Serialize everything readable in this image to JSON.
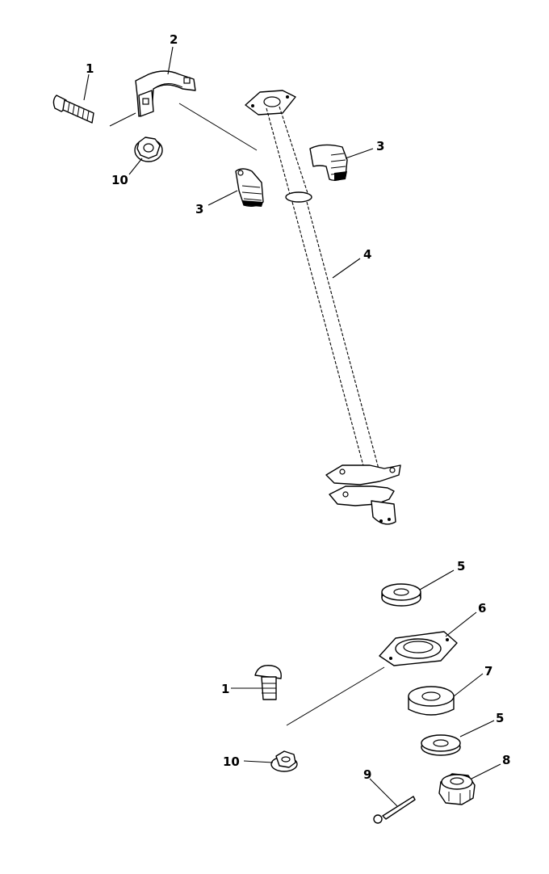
{
  "callouts": {
    "c1_top": "1",
    "c2": "2",
    "c3_right": "3",
    "c3_left": "3",
    "c10_top": "10",
    "c4": "4",
    "c5_top": "5",
    "c6": "6",
    "c1_bottom": "1",
    "c7": "7",
    "c5_bottom": "5",
    "c10_bottom": "10",
    "c8": "8",
    "c9": "9"
  }
}
